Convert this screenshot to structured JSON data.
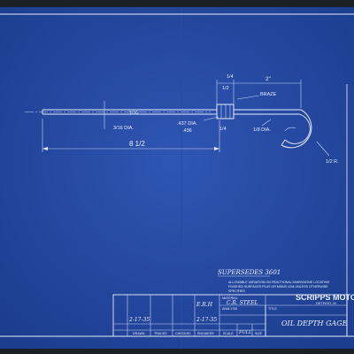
{
  "drawing": {
    "dimensions": {
      "rod_length": "8 1/2",
      "rod_dia": "3/16 DIA.",
      "collar_dia_1": ".437 DIA.",
      "collar_dia_2": ".436",
      "collar_width": "1/4",
      "collar_offset": "1/2",
      "top_left": "1/4",
      "top_right": "2\"",
      "handle_width": "1/8 DIA.",
      "handle_radius": "1/2 R.",
      "braze": "BRAZE",
      "extra_mark": "1/16"
    },
    "note_supersedes": "SUPERSEDES 3601",
    "tolerance_note": [
      "ALLOWABLE VARIATION ON FRACTIONAL DIMENSIONS LOCATING",
      "FINISHED SURFACES PLUS OR MINUS 1/64 UNLESS OTHERWISE",
      "SPECIFIED"
    ]
  },
  "title_block": {
    "left_labels": [
      "DRAWN",
      "TRACED",
      "CHECKED",
      "ENGINEER",
      "SCALE",
      "SIZE"
    ],
    "drawn_date": "2-17-35",
    "engineer_initials": "E.R.H",
    "engineer_date": "2-17-35",
    "scale_value": "FULL",
    "material_label": "MATERIAL",
    "material_value": "C.R. STEEL",
    "analysis_label": "ANALYSIS",
    "title_label": "TITLE",
    "title_value": "OIL DEPTH GAGE",
    "company": "SCRIPPS MOTO",
    "city": "DETROIT, M"
  }
}
